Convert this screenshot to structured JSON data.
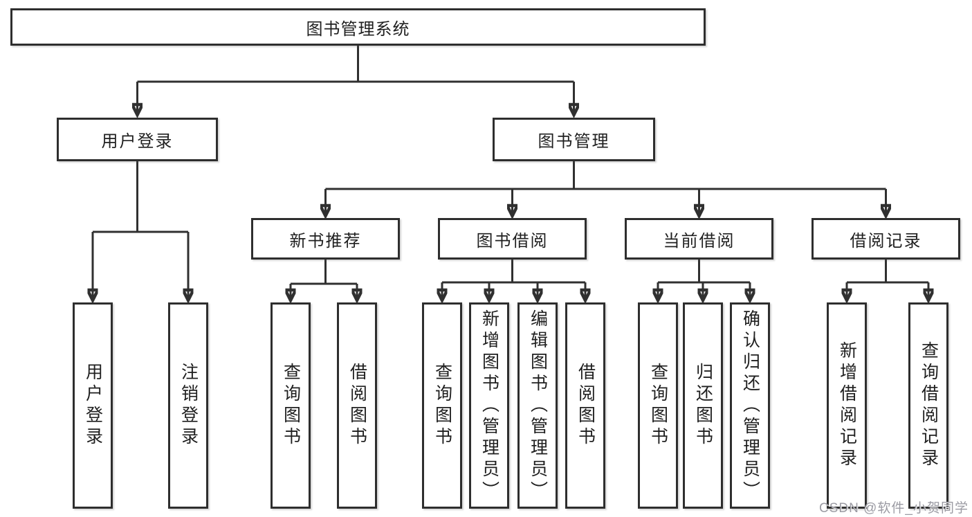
{
  "diagram": {
    "title": "图书管理系统",
    "root": {
      "label": "图书管理系统"
    },
    "login": {
      "label": "用户登录",
      "children": [
        {
          "label": "用户登录"
        },
        {
          "label": "注销登录"
        }
      ]
    },
    "management": {
      "label": "图书管理",
      "sections": [
        {
          "label": "新书推荐",
          "children": [
            {
              "label": "查询图书"
            },
            {
              "label": "借阅图书"
            }
          ]
        },
        {
          "label": "图书借阅",
          "children": [
            {
              "label": "查询图书"
            },
            {
              "label": "新增图书（管理员）"
            },
            {
              "label": "编辑图书（管理员）"
            },
            {
              "label": "借阅图书"
            }
          ]
        },
        {
          "label": "当前借阅",
          "children": [
            {
              "label": "查询图书"
            },
            {
              "label": "归还图书"
            },
            {
              "label": "确认归还（管理员）"
            }
          ]
        },
        {
          "label": "借阅记录",
          "children": [
            {
              "label": "新增借阅记录"
            },
            {
              "label": "查询借阅记录"
            }
          ]
        }
      ]
    },
    "colors": {
      "line": "#303030",
      "box_border": "#2e2e2e",
      "text": "#1f1f1f",
      "watermark": "#9b9ba3",
      "background": "#ffffff"
    }
  },
  "watermark": {
    "text": "CSDN @软件_小贺同学"
  }
}
